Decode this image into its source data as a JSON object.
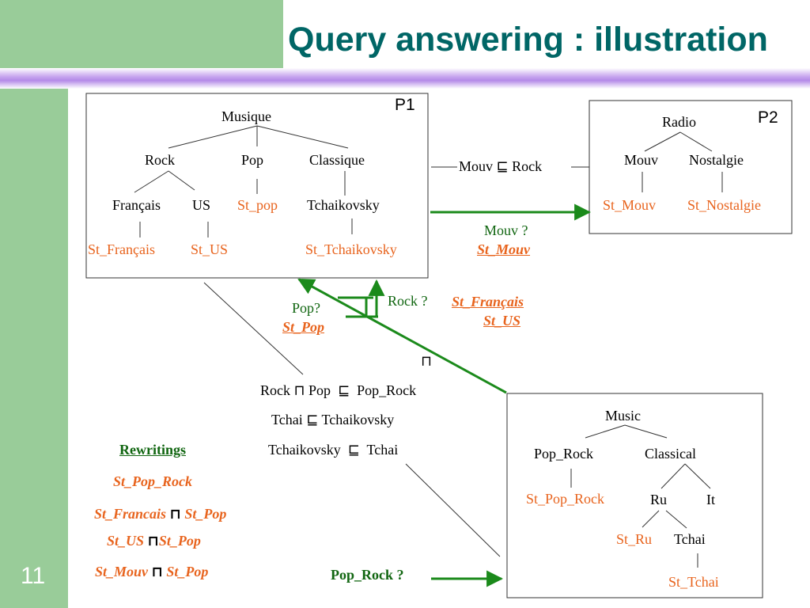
{
  "slide": {
    "title": "Query answering : illustration",
    "number": "11"
  },
  "peers": {
    "p1": {
      "label": "P1",
      "root": "Musique",
      "level1": [
        "Rock",
        "Pop",
        "Classique"
      ],
      "level2": [
        "Français",
        "US",
        "St_pop",
        "Tchaikovsky"
      ],
      "level3": [
        "St_Français",
        "St_US",
        "St_Tchaikovsky"
      ]
    },
    "p2": {
      "label": "P2",
      "root": "Radio",
      "level1": [
        "Mouv",
        "Nostalgie"
      ],
      "level2": [
        "St_Mouv",
        "St_Nostalgie"
      ]
    },
    "p3": {
      "root": "Music",
      "level1": [
        "Pop_Rock",
        "Classical"
      ],
      "level2": [
        "St_Pop_Rock",
        "Ru",
        "It"
      ],
      "level3": [
        "St_Ru",
        "Tchai"
      ],
      "level4": [
        "St_Tchai"
      ]
    }
  },
  "mappings": {
    "mouv_left": "Mouv",
    "mouv_right": "Rock",
    "rock_pop_left": "Rock",
    "rock_pop_mid": "Pop",
    "rock_pop_right": "Pop_Rock",
    "tchai1_left": "Tchai",
    "tchai1_right": "Tchaikovsky",
    "tchai2_left": "Tchaikovsky",
    "tchai2_right": "Tchai"
  },
  "symbols": {
    "subsumed": "⊑",
    "conj": "⊓"
  },
  "queries": {
    "mouv_q": "Mouv ?",
    "mouv_a": "St_Mouv",
    "pop_q": "Pop?",
    "pop_a": "St_Pop",
    "rock_q": "Rock ?",
    "rock_a1": "St_Français",
    "rock_a2": "St_US",
    "poprock_q": "Pop_Rock ?"
  },
  "rewritings": {
    "heading": "Rewritings",
    "r1": "St_Pop_Rock",
    "r2a": "St_Francais",
    "r2b": "St_Pop",
    "r3a": "St_US",
    "r3b": "St_Pop",
    "r4a": "St_Mouv",
    "r4b": "St_Pop"
  },
  "colors": {
    "title": "#006666",
    "sidebar": "#99cc99",
    "accent_bar": "#b48ae8",
    "arrows": "#1b8a1b",
    "answers": "#e8641e",
    "queries": "#116611"
  }
}
